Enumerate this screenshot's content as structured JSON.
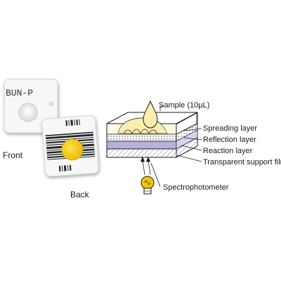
{
  "slide": {
    "front_text": "BUN-P",
    "front_label": "Front",
    "back_label": "Back"
  },
  "diagram": {
    "sample_label": "Sample (10µL)",
    "layers": [
      "Spreading layer",
      "Reflection layer",
      "Reaction layer",
      "Transparent support film"
    ],
    "detector_label": "Spectrophotometer"
  },
  "colors": {
    "yellow": "#f2c500",
    "sample_fill": "#fbedb0",
    "reaction_purple": "#b7b0dc",
    "outline": "#1a1a1a",
    "card_shadow": "#cfcfcf"
  }
}
